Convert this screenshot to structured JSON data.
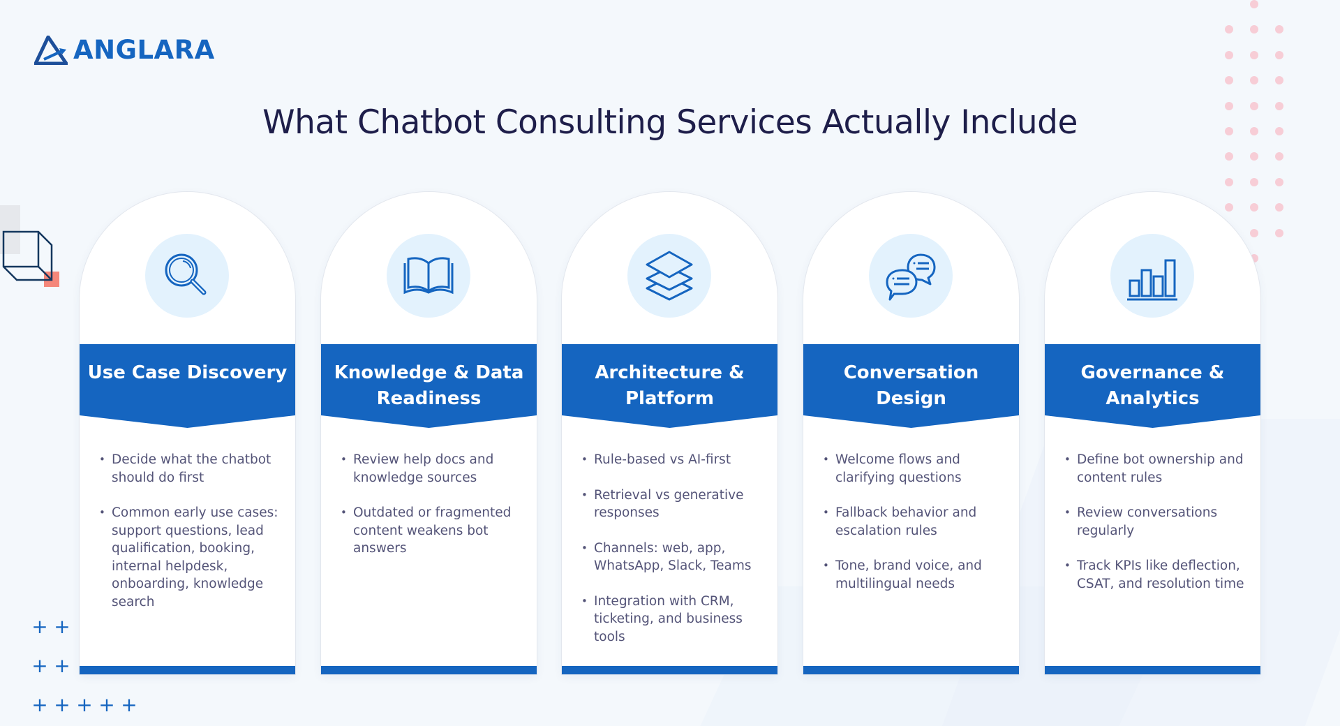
{
  "brand": {
    "name": "ANGLARA",
    "color": "#1565c0"
  },
  "page_title": "What Chatbot Consulting Services Actually Include",
  "colors": {
    "primary": "#1565c0",
    "title": "#1e1e4a",
    "body_text": "#545478",
    "icon_bg": "#e3f2fd",
    "dots": "#f7cdd6",
    "accent_square": "#f4877a"
  },
  "cards": [
    {
      "icon": "magnifier-icon",
      "title": "Use Case Discovery",
      "bullets": [
        "Decide what the chatbot should do first",
        "Common early use cases: support questions, lead qualification, booking, internal helpdesk, onboarding, knowledge search"
      ]
    },
    {
      "icon": "open-book-icon",
      "title": "Knowledge & Data Readiness",
      "bullets": [
        "Review help docs and knowledge sources",
        "Outdated or fragmented content weakens bot answers"
      ]
    },
    {
      "icon": "layers-icon",
      "title": "Architecture & Platform",
      "bullets": [
        "Rule-based vs AI-first",
        "Retrieval vs generative responses",
        "Channels: web, app, WhatsApp, Slack, Teams",
        "Integration with CRM, ticketing, and business tools"
      ]
    },
    {
      "icon": "chat-bubbles-icon",
      "title": "Conversation Design",
      "bullets": [
        "Welcome flows and clarifying questions",
        "Fallback behavior and escalation rules",
        "Tone, brand voice, and multilingual needs"
      ]
    },
    {
      "icon": "bar-chart-icon",
      "title": "Governance & Analytics",
      "bullets": [
        "Define bot ownership and content rules",
        "Review conversations regularly",
        "Track KPIs like deflection, CSAT, and resolution time"
      ]
    }
  ]
}
